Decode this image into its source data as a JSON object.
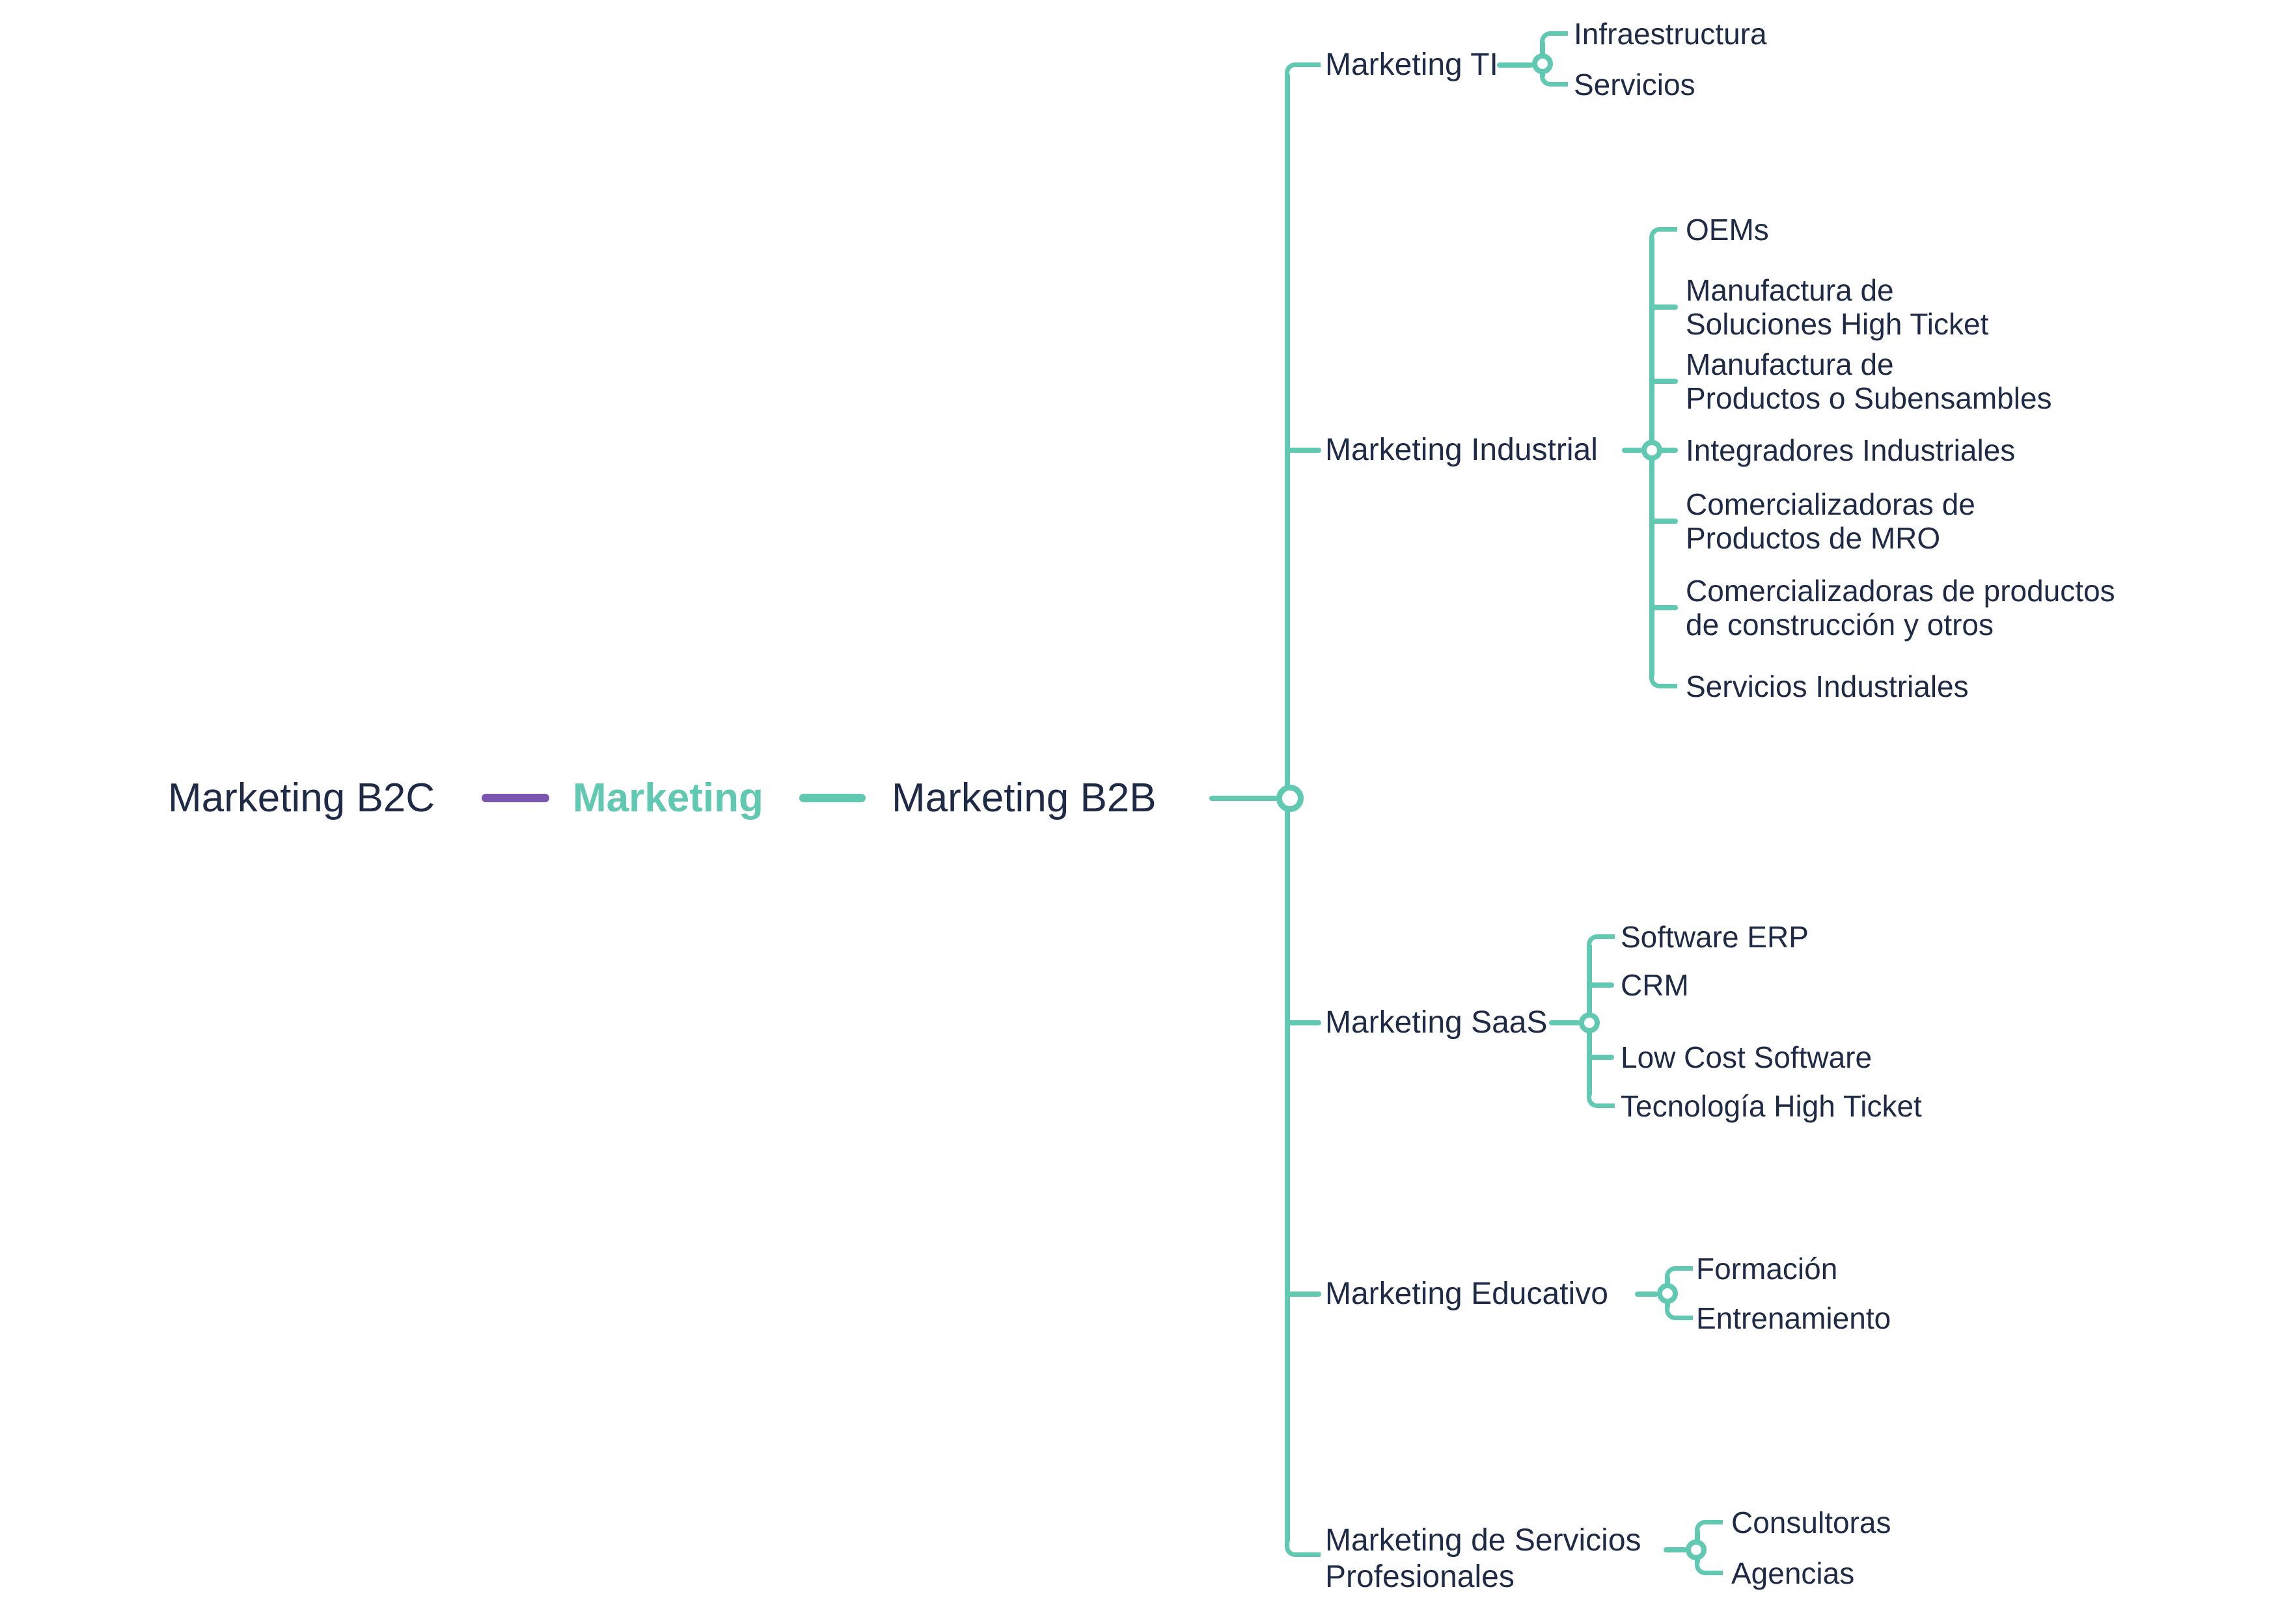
{
  "colors": {
    "teal": "#61C9B1",
    "purple": "#7C55AE",
    "text": "#1E2A46",
    "background": "#FFFFFF"
  },
  "center": {
    "left": {
      "label": "Marketing B2C"
    },
    "root": {
      "label": "Marketing"
    },
    "right": {
      "label": "Marketing B2B"
    }
  },
  "branches": [
    {
      "label": "Marketing TI",
      "children": [
        "Infraestructura",
        "Servicios"
      ]
    },
    {
      "label": "Marketing Industrial",
      "children": [
        "OEMs",
        "Manufactura de\nSoluciones High Ticket",
        "Manufactura de\nProductos o Subensambles",
        "Integradores Industriales",
        "Comercializadoras de\nProductos de MRO",
        "Comercializadoras de productos\nde construcción y otros",
        "Servicios Industriales"
      ]
    },
    {
      "label": "Marketing SaaS",
      "children": [
        "Software ERP",
        "CRM",
        "Low Cost Software",
        "Tecnología High Ticket"
      ]
    },
    {
      "label": "Marketing Educativo",
      "children": [
        "Formación",
        "Entrenamiento"
      ]
    },
    {
      "label": "Marketing de Servicios\nProfesionales",
      "children": [
        "Consultoras",
        "Agencias"
      ]
    }
  ]
}
